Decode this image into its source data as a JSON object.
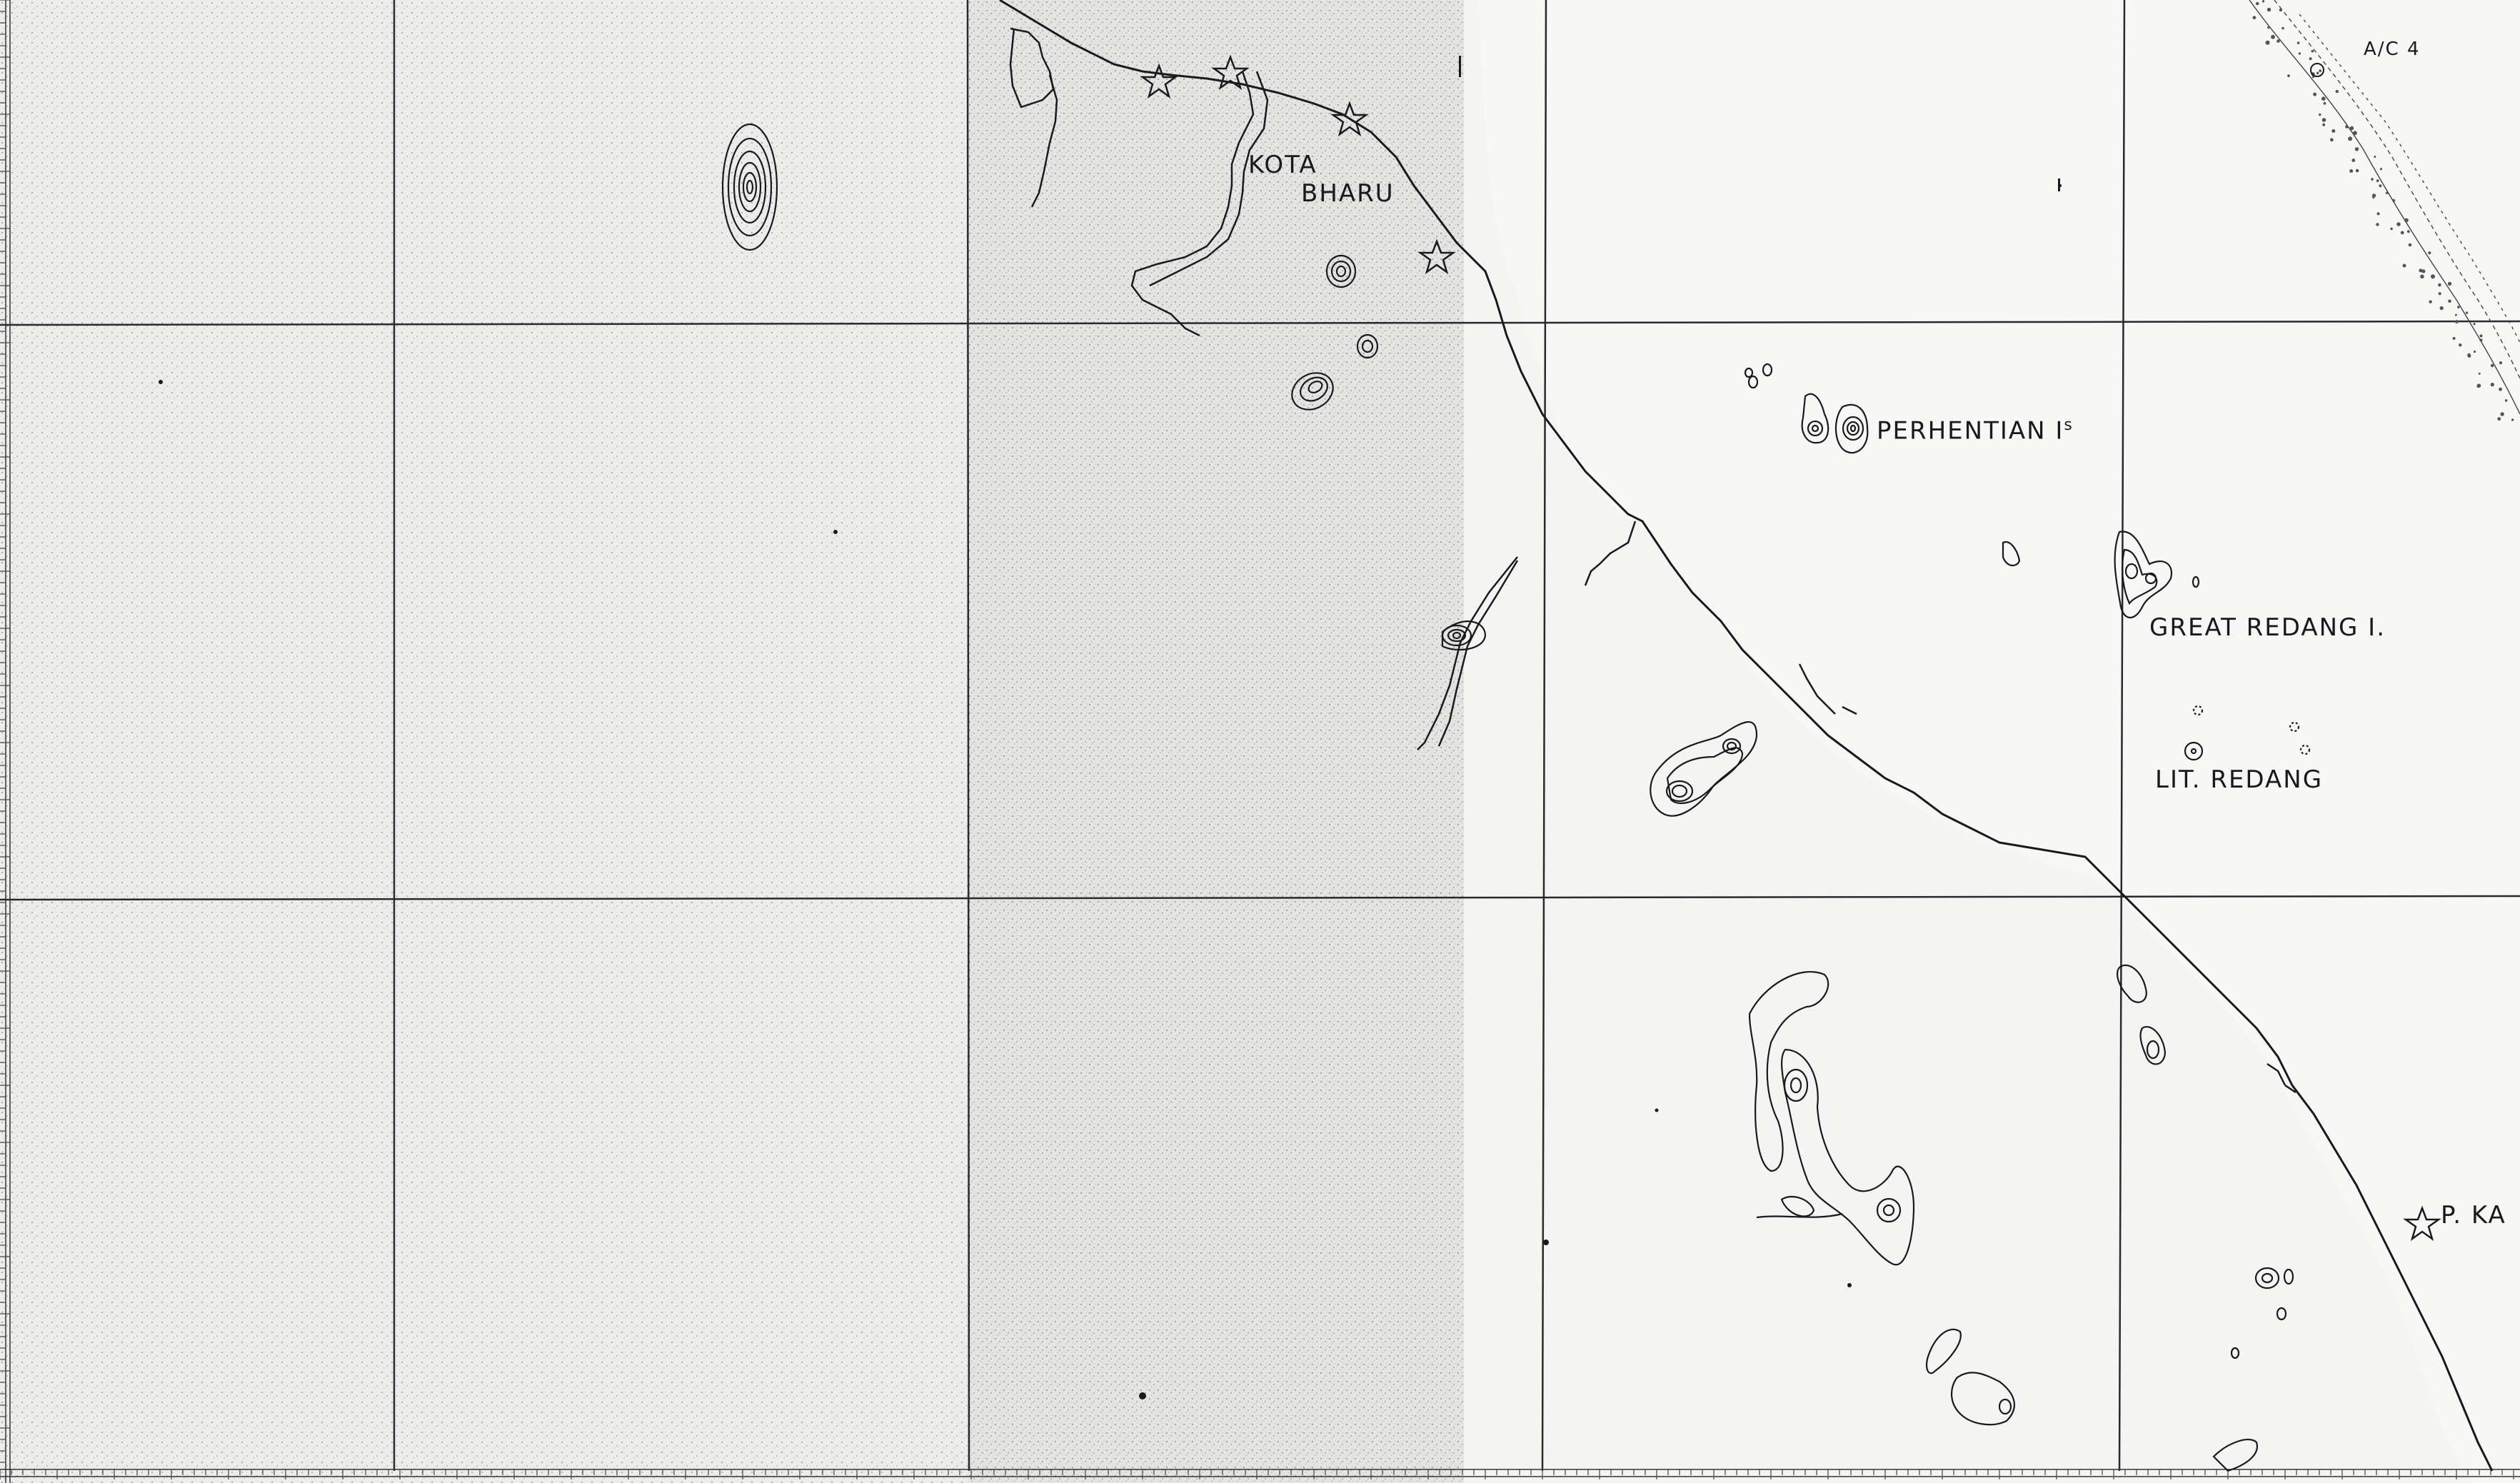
{
  "map": {
    "colors": {
      "ink": "#1a1a1a",
      "paper": "#f4f4f2",
      "stipple_land": "#d9d9d6"
    },
    "labels": {
      "kota": "KOTA",
      "bharu": "BHARU",
      "perhentian": "PERHENTIAN I",
      "perhentian_sup": "s",
      "great_redang": "GREAT REDANG I.",
      "lit_redang": "LIT. REDANG",
      "p_ka": "P. KA",
      "ac_label": "A/C 4"
    },
    "icons": {
      "airfield": "star-icon",
      "island_peak": "contour-icon"
    }
  }
}
